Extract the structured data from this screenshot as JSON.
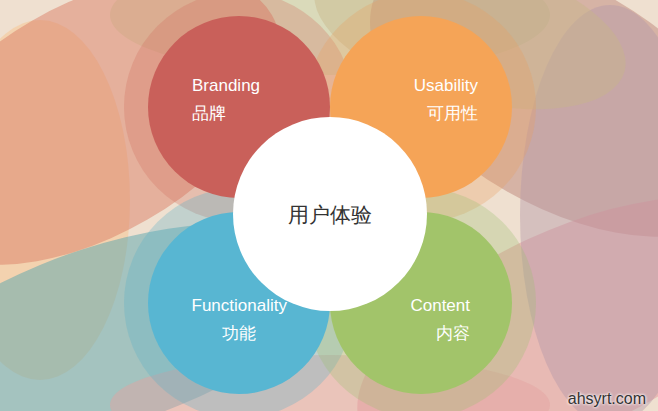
{
  "diagram": {
    "nodes": [
      {
        "text": [
          "Branding",
          "品牌"
        ]
      },
      {
        "text": [
          "Usability",
          "可用性"
        ]
      },
      {
        "text": [
          "用户体验"
        ]
      },
      {
        "text": [
          "Functionality",
          "功能"
        ]
      },
      {
        "text": [
          "Content",
          "内容"
        ]
      }
    ],
    "labels": [
      "ahsyrt.com"
    ]
  }
}
